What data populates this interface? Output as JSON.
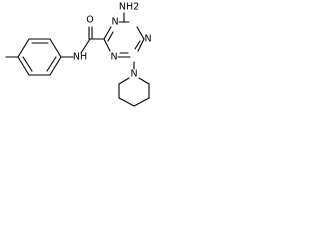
{
  "molecule": {
    "atom_labels": {
      "nh2": "NH2",
      "amide_nh": "NH",
      "carbonyl_o": "O",
      "triazine_n_top": "N",
      "triazine_n_left": "N",
      "triazine_n_right": "N",
      "piperidine_n": "N"
    }
  }
}
